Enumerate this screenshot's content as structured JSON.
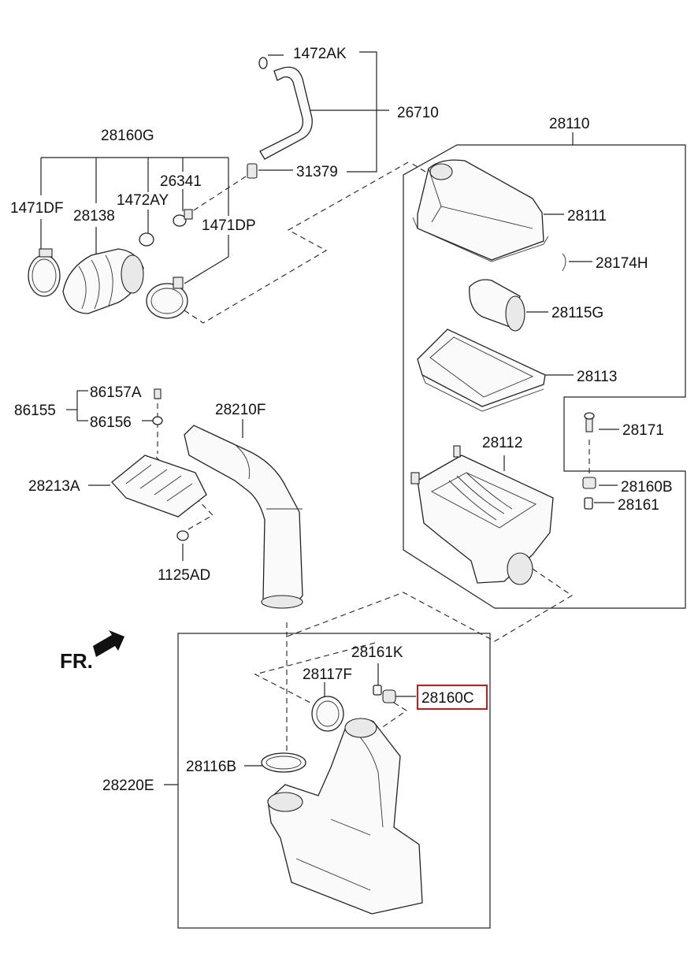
{
  "highlight_color": "#d01818",
  "labels": {
    "p1472AK": "1472AK",
    "p26710": "26710",
    "p28160G": "28160G",
    "p26341": "26341",
    "p31379": "31379",
    "p1471DF": "1471DF",
    "p28138": "28138",
    "p1472AY": "1472AY",
    "p1471DP": "1471DP",
    "p28110": "28110",
    "p28111": "28111",
    "p28174H": "28174H",
    "p28115G": "28115G",
    "p28113": "28113",
    "p28171": "28171",
    "p28112": "28112",
    "p28160B": "28160B",
    "p28161": "28161",
    "p86157A": "86157A",
    "p86155": "86155",
    "p86156": "86156",
    "p28210F": "28210F",
    "p28213A": "28213A",
    "p1125AD": "1125AD",
    "fr": "FR.",
    "p28161K": "28161K",
    "p28117F": "28117F",
    "p28160C": "28160C",
    "p28116B": "28116B",
    "p28220E": "28220E"
  }
}
